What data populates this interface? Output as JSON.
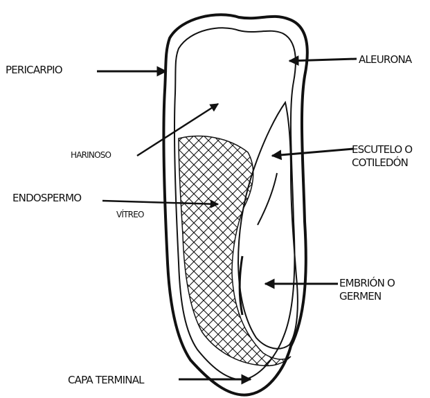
{
  "labels": {
    "pericarpio": "PERICARPIO",
    "aleurona": "ALEURONA",
    "harinoso": "HARINOSO",
    "escutelo": [
      "ESCUTELO O",
      "COTILEDÓN"
    ],
    "endospermo": "ENDOSPERMO",
    "vitreo": "VÍTREO",
    "embrion": [
      "EMBRIÓN O",
      "GERMEN"
    ],
    "capa_terminal": "CAPA TERMINAL"
  },
  "colors": {
    "ink": "#111111",
    "paper": "#ffffff"
  }
}
